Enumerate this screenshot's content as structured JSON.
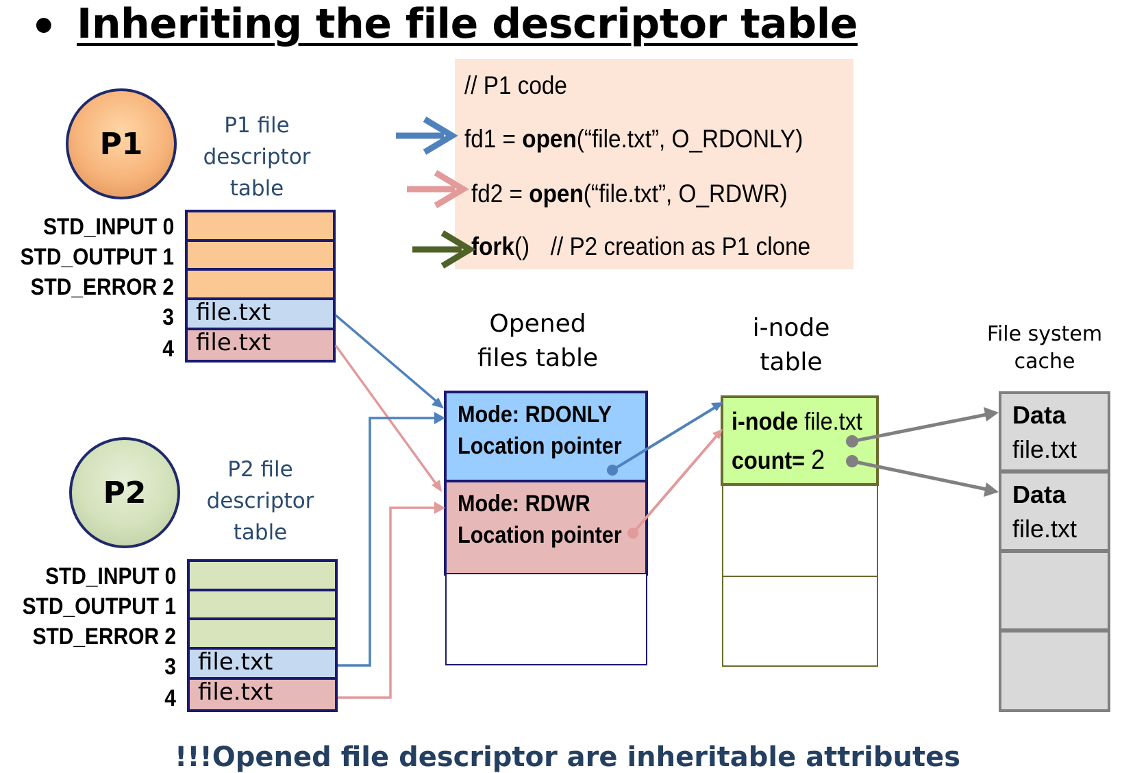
{
  "title": {
    "bullet": "•",
    "text": "Inheriting the file descriptor table"
  },
  "p1": {
    "label": "P1",
    "caption": [
      "P1 file",
      "descriptor",
      "table"
    ],
    "rows": [
      {
        "index_label": "STD_INPUT 0",
        "value": ""
      },
      {
        "index_label": "STD_OUTPUT 1",
        "value": ""
      },
      {
        "index_label": "STD_ERROR 2",
        "value": ""
      },
      {
        "index_label": "3",
        "value": "file.txt"
      },
      {
        "index_label": "4",
        "value": "file.txt"
      }
    ]
  },
  "p2": {
    "label": "P2",
    "caption": [
      "P2 file",
      "descriptor",
      "table"
    ],
    "rows": [
      {
        "index_label": "STD_INPUT 0",
        "value": ""
      },
      {
        "index_label": "STD_OUTPUT 1",
        "value": ""
      },
      {
        "index_label": "STD_ERROR 2",
        "value": ""
      },
      {
        "index_label": "3",
        "value": "file.txt"
      },
      {
        "index_label": "4",
        "value": "file.txt"
      }
    ]
  },
  "code": {
    "comment": "// P1 code",
    "line1": {
      "pre": "fd1 = ",
      "fn": "open",
      "args": "(“file.txt”, O_RDONLY)"
    },
    "line2": {
      "pre": "fd2 = ",
      "fn": "open",
      "args": "(“file.txt”, O_RDWR)"
    },
    "line3": {
      "fn": "fork",
      "args": "()",
      "comment": "// P2 creation as P1 clone"
    }
  },
  "opened_files": {
    "heading": [
      "Opened",
      "files table"
    ],
    "entries": [
      {
        "mode": "Mode: RDONLY",
        "pointer": "Location pointer"
      },
      {
        "mode": "Mode: RDWR",
        "pointer": "Location pointer"
      }
    ]
  },
  "inode": {
    "heading": [
      "i-node",
      "table"
    ],
    "key": "i-node",
    "file": "file.txt",
    "count_label": "count=",
    "count_value": "2"
  },
  "cache": {
    "heading": [
      "File system",
      "cache"
    ],
    "entries": [
      {
        "title": "Data",
        "file": "file.txt"
      },
      {
        "title": "Data",
        "file": "file.txt"
      }
    ]
  },
  "footer": "!!!Opened file descriptor are inheritable attributes",
  "colors": {
    "orange": "#fbc894",
    "green": "#d8e4bc",
    "blue": "#c5d9f1",
    "pink": "#e6b9b8",
    "oft_blue": "#99ccff",
    "inode_green": "#ccff99",
    "arrow_blue": "#4f81bd",
    "arrow_pink": "#e29a9a",
    "arrow_green": "#4f6228",
    "arrow_gray": "#808080"
  }
}
